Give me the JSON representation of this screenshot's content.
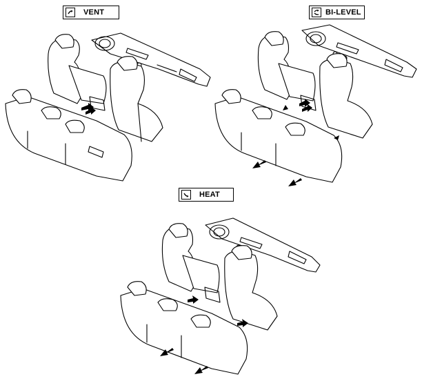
{
  "modes": {
    "vent": {
      "label": "VENT",
      "icon": "vent-mode-icon"
    },
    "bilevel": {
      "label": "BI-LEVEL",
      "icon": "bilevel-mode-icon"
    },
    "heat": {
      "label": "HEAT",
      "icon": "heat-mode-icon"
    }
  }
}
